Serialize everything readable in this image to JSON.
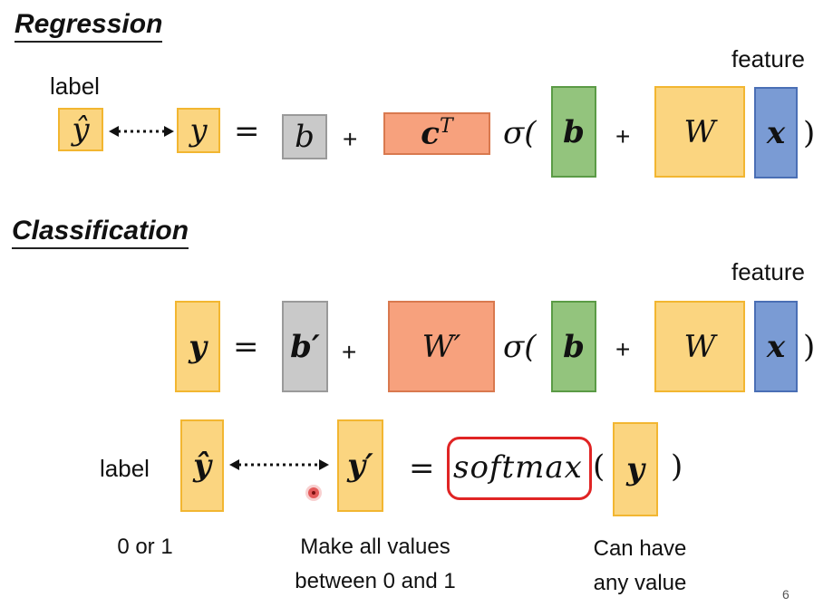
{
  "regression": {
    "title": "Regression",
    "label": "label",
    "feature": "feature",
    "y_hat": "ŷ",
    "y": "y",
    "equals": "=",
    "b": "b",
    "plus": "+",
    "cT_base": "c",
    "cT_sup": "T",
    "sigma_open": "σ(",
    "b_inner": "b",
    "W": "W",
    "x": "x",
    "close": ")"
  },
  "classification": {
    "title": "Classification",
    "feature": "feature",
    "label": "label",
    "y": "y",
    "equals": "=",
    "b_prime": "b′",
    "plus": "+",
    "W_prime": "W′",
    "sigma_open": "σ(",
    "b_inner": "b",
    "W": "W",
    "x": "x",
    "close": ")",
    "y_hat": "ŷ",
    "y_prime": "y′",
    "softmax": "softmax",
    "softmax_open": "(",
    "softmax_arg": "y",
    "softmax_close": ")"
  },
  "captions": {
    "left": "0 or 1",
    "middle_line1": "Make all values",
    "middle_line2": "between 0 and 1",
    "right_line1": "Can have",
    "right_line2": "any value"
  },
  "page_number": "6",
  "colors": {
    "yellow": "#fbd580",
    "gray": "#c9c9c9",
    "orange": "#f7a17d",
    "green": "#93c47d",
    "blue": "#7a9bd4",
    "highlight": "#e02424"
  }
}
